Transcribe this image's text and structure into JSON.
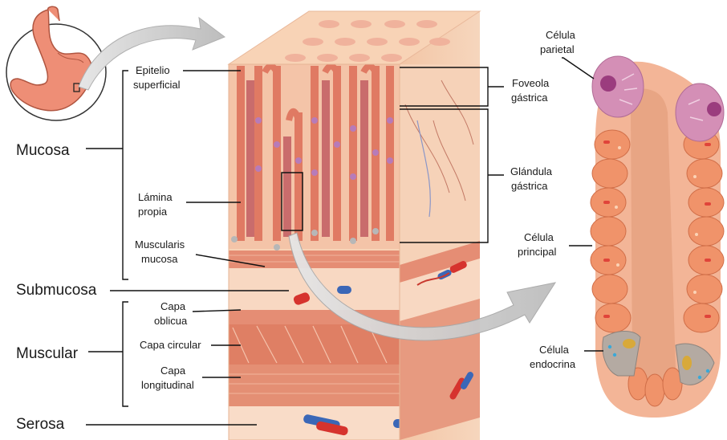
{
  "left_labels": {
    "mucosa": "Mucosa",
    "submucosa": "Submucosa",
    "muscular": "Muscular",
    "serosa": "Serosa"
  },
  "inner_labels": {
    "epitelio_1": "Epitelio",
    "epitelio_2": "superficial",
    "lamina_1": "Lámina",
    "lamina_2": "propia",
    "muscularis_1": "Muscularis",
    "muscularis_2": "mucosa",
    "oblicua_1": "Capa",
    "oblicua_2": "oblicua",
    "circular": "Capa circular",
    "longitudinal_1": "Capa",
    "longitudinal_2": "longitudinal"
  },
  "right_labels": {
    "foveola_1": "Foveola",
    "foveola_2": "gástrica",
    "glandula_1": "Glándula",
    "glandula_2": "gástrica"
  },
  "cell_labels": {
    "parietal_1": "Célula",
    "parietal_2": "parietal",
    "principal_1": "Célula",
    "principal_2": "principal",
    "endocrina_1": "Célula",
    "endocrina_2": "endocrina"
  },
  "colors": {
    "tissue": "#f8d3b6",
    "mucosa_pink": "#e8a08f",
    "epithelium": "#e4866f",
    "muscle": "#d9785e",
    "parietal": "#d48fb6",
    "chief": "#f0936a",
    "endocrine": "#b4aaa2",
    "arrow": "#c9c9c9"
  }
}
